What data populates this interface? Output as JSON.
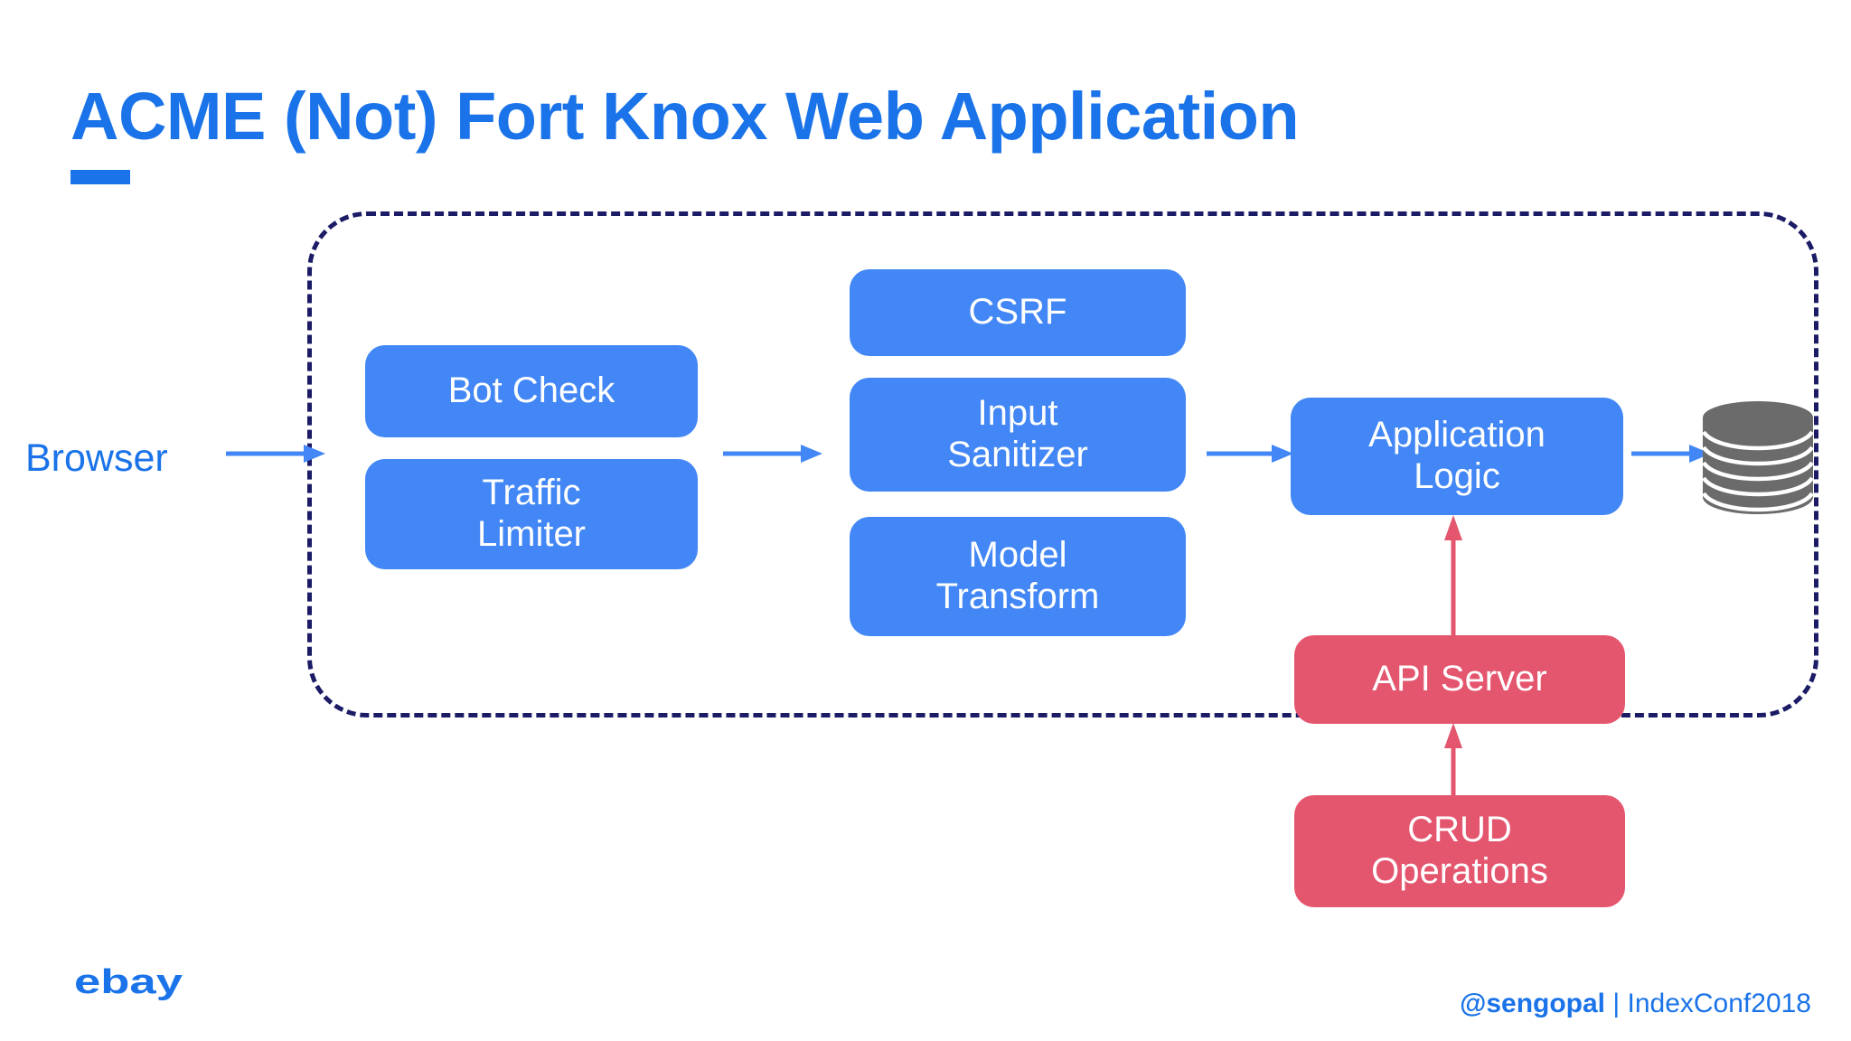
{
  "slide": {
    "title": "ACME (Not) Fort Knox Web Application",
    "accent_color": "#1A73E8",
    "background": "#ffffff"
  },
  "colors": {
    "title_blue": "#1A73E8",
    "node_blue": "#4287F5",
    "node_red": "#E4556E",
    "boundary_navy": "#1B1B66",
    "database_gray": "#6B6B6B",
    "arrow_blue": "#4287F5",
    "arrow_red": "#E4556E"
  },
  "diagram": {
    "external": {
      "browser_label": "Browser"
    },
    "boundary": {
      "style": "dashed",
      "label": ""
    },
    "nodes": [
      {
        "id": "bot-check",
        "label": "Bot Check",
        "color": "blue",
        "column": 1
      },
      {
        "id": "traffic-limiter",
        "label": "Traffic\nLimiter",
        "color": "blue",
        "column": 1
      },
      {
        "id": "csrf",
        "label": "CSRF",
        "color": "blue",
        "column": 2
      },
      {
        "id": "input-sanitizer",
        "label": "Input\nSanitizer",
        "color": "blue",
        "column": 2
      },
      {
        "id": "model-transform",
        "label": "Model\nTransform",
        "color": "blue",
        "column": 2
      },
      {
        "id": "application-logic",
        "label": "Application\nLogic",
        "color": "blue",
        "column": 3
      },
      {
        "id": "api-server",
        "label": "API Server",
        "color": "red",
        "column": 3
      },
      {
        "id": "crud-operations",
        "label": "CRUD\nOperations",
        "color": "red",
        "column": 3
      }
    ],
    "edges": [
      {
        "from": "browser",
        "to": "boundary",
        "color": "blue"
      },
      {
        "from": "bot-check-group",
        "to": "csrf-group",
        "color": "blue"
      },
      {
        "from": "input-sanitizer",
        "to": "application-logic",
        "color": "blue"
      },
      {
        "from": "application-logic",
        "to": "database",
        "color": "blue"
      },
      {
        "from": "api-server",
        "to": "application-logic",
        "color": "red"
      },
      {
        "from": "crud-operations",
        "to": "api-server",
        "color": "red"
      }
    ],
    "database": {
      "shape": "cylinder-stack",
      "layers": 6,
      "label": ""
    }
  },
  "footer": {
    "logo": "ebay",
    "handle": "@sengopal",
    "separator": " | ",
    "conference": "IndexConf2018"
  },
  "icons": {
    "database": "database-cylinder-icon",
    "arrow": "arrow-right-icon",
    "logo": "ebay-logo-icon"
  }
}
